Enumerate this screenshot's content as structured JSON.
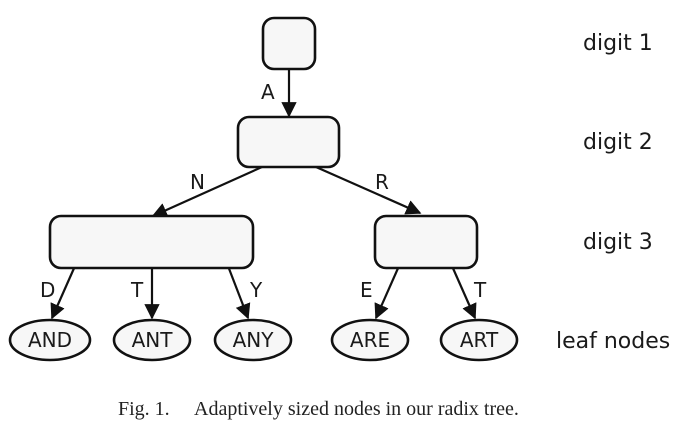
{
  "levels": {
    "digit1": "digit 1",
    "digit2": "digit 2",
    "digit3": "digit 3",
    "leaves": "leaf nodes"
  },
  "edges": {
    "a": "A",
    "n": "N",
    "r": "R",
    "d": "D",
    "t1": "T",
    "y": "Y",
    "e": "E",
    "t2": "T"
  },
  "leaves": {
    "and": "AND",
    "ant": "ANT",
    "any": "ANY",
    "are": "ARE",
    "art": "ART"
  },
  "caption": {
    "label": "Fig. 1.",
    "text": "Adaptively sized nodes in our radix tree."
  }
}
